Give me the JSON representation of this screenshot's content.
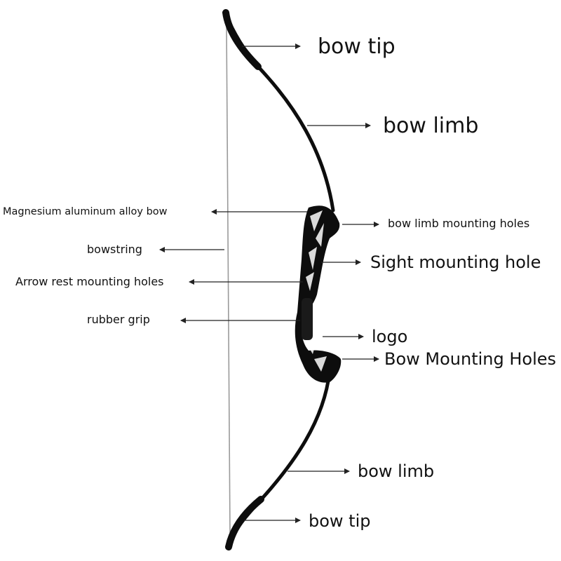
{
  "labels": {
    "bow_tip_top": "bow tip",
    "bow_limb_top": "bow limb",
    "riser": "Magnesium aluminum alloy bow",
    "limb_holes": "bow limb mounting holes",
    "bowstring": "bowstring",
    "sight_hole": "Sight mounting hole",
    "arrow_rest": "Arrow rest mounting holes",
    "grip": "rubber grip",
    "logo": "logo",
    "bow_holes": "Bow Mounting Holes",
    "bow_limb_bottom": "bow limb",
    "bow_tip_bottom": "bow tip"
  },
  "colors": {
    "bow": "#0d0d0d",
    "string": "#9a9a9a",
    "arrow": "#222222",
    "text": "#111111"
  }
}
